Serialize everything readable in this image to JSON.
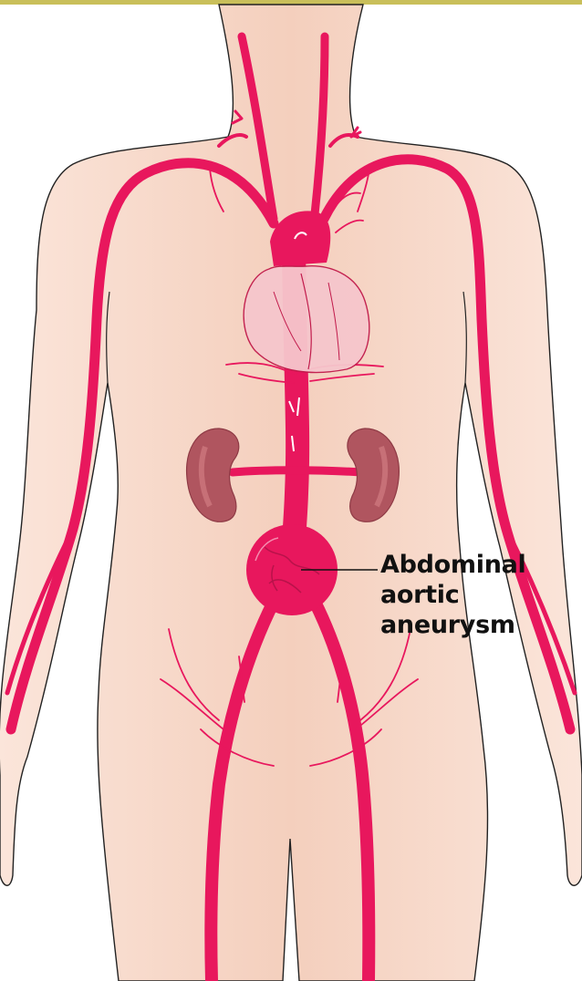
{
  "colors": {
    "top_band": "#c9bf5a",
    "skin": "#f9ddd0",
    "skin_edge": "#222222",
    "artery": "#e8175d",
    "artery_dark": "#b8124a",
    "heart": "#f6c6cc",
    "heart_outline": "#c11a4b",
    "kidney": "#b0555f",
    "kidney_light": "#c77077",
    "label_text": "#111111",
    "leader_line": "#111111"
  },
  "annotation": {
    "line1": "Abdominal",
    "line2": "aortic",
    "line3": "aneurysm"
  }
}
